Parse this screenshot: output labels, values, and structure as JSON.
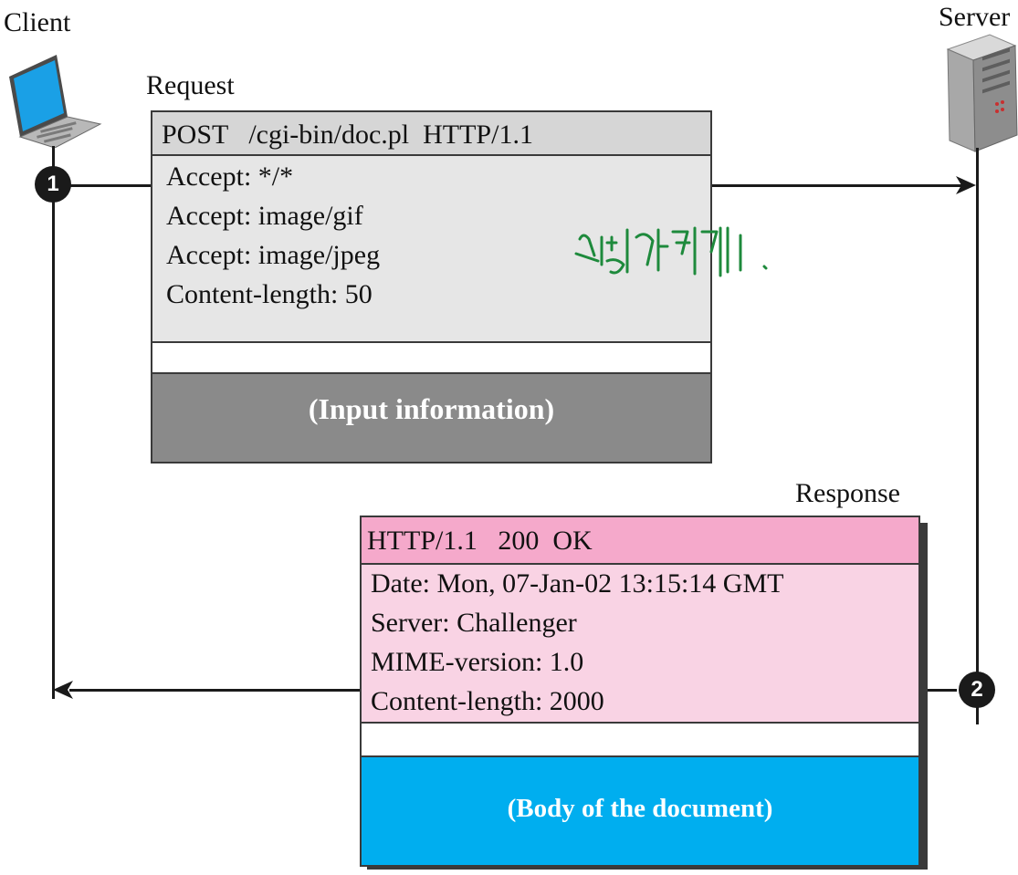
{
  "client": {
    "label": "Client",
    "icon": "laptop-icon"
  },
  "server": {
    "label": "Server",
    "icon": "server-tower-icon"
  },
  "steps": [
    "1",
    "2"
  ],
  "request": {
    "title": "Request",
    "request_line": "POST   /cgi-bin/doc.pl  HTTP/1.1",
    "headers": [
      "Accept: */*",
      "Accept: image/gif",
      "Accept: image/jpeg",
      "Content-length: 50"
    ],
    "body": "(Input information)",
    "colors": {
      "line_bg": "#d6d6d6",
      "header_bg": "#e6e6e6",
      "body_bg": "#8a8a8a"
    }
  },
  "response": {
    "title": "Response",
    "status_line": "HTTP/1.1   200  OK",
    "headers": [
      "Date: Mon, 07-Jan-02 13:15:14 GMT",
      "Server: Challenger",
      "MIME-version: 1.0",
      "Content-length: 2000"
    ],
    "body": "(Body of the document)",
    "colors": {
      "line_bg": "#f5a9cb",
      "header_bg": "#f9d3e4",
      "body_bg": "#00aeef"
    }
  },
  "annotation": {
    "type": "handwritten-scribble",
    "color": "#1e8a3c"
  }
}
